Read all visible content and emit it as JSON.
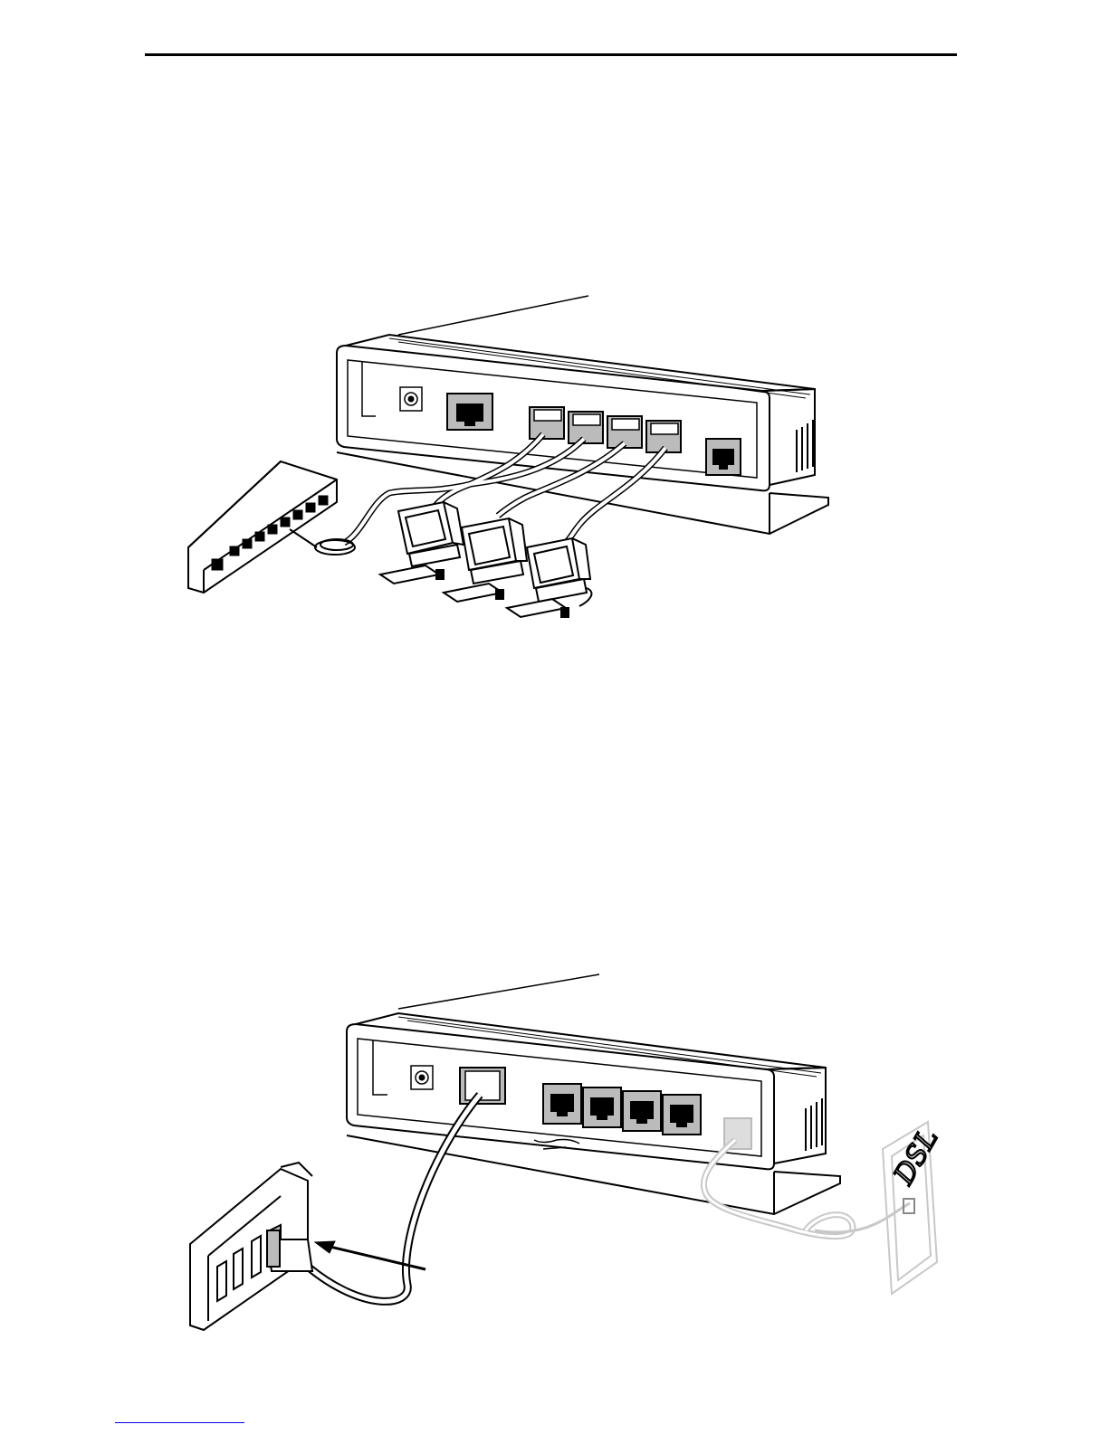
{
  "figures": [
    {
      "id": "router-ethernet-ports-with-hub-and-computers"
    },
    {
      "id": "router-uplink-to-pc-and-dsl-wall-jack"
    }
  ],
  "wall_jack": {
    "label": "DSL"
  },
  "colors": {
    "line": "#000000",
    "dsl_cable": "#c8c8c8",
    "link": "#0000ee"
  }
}
